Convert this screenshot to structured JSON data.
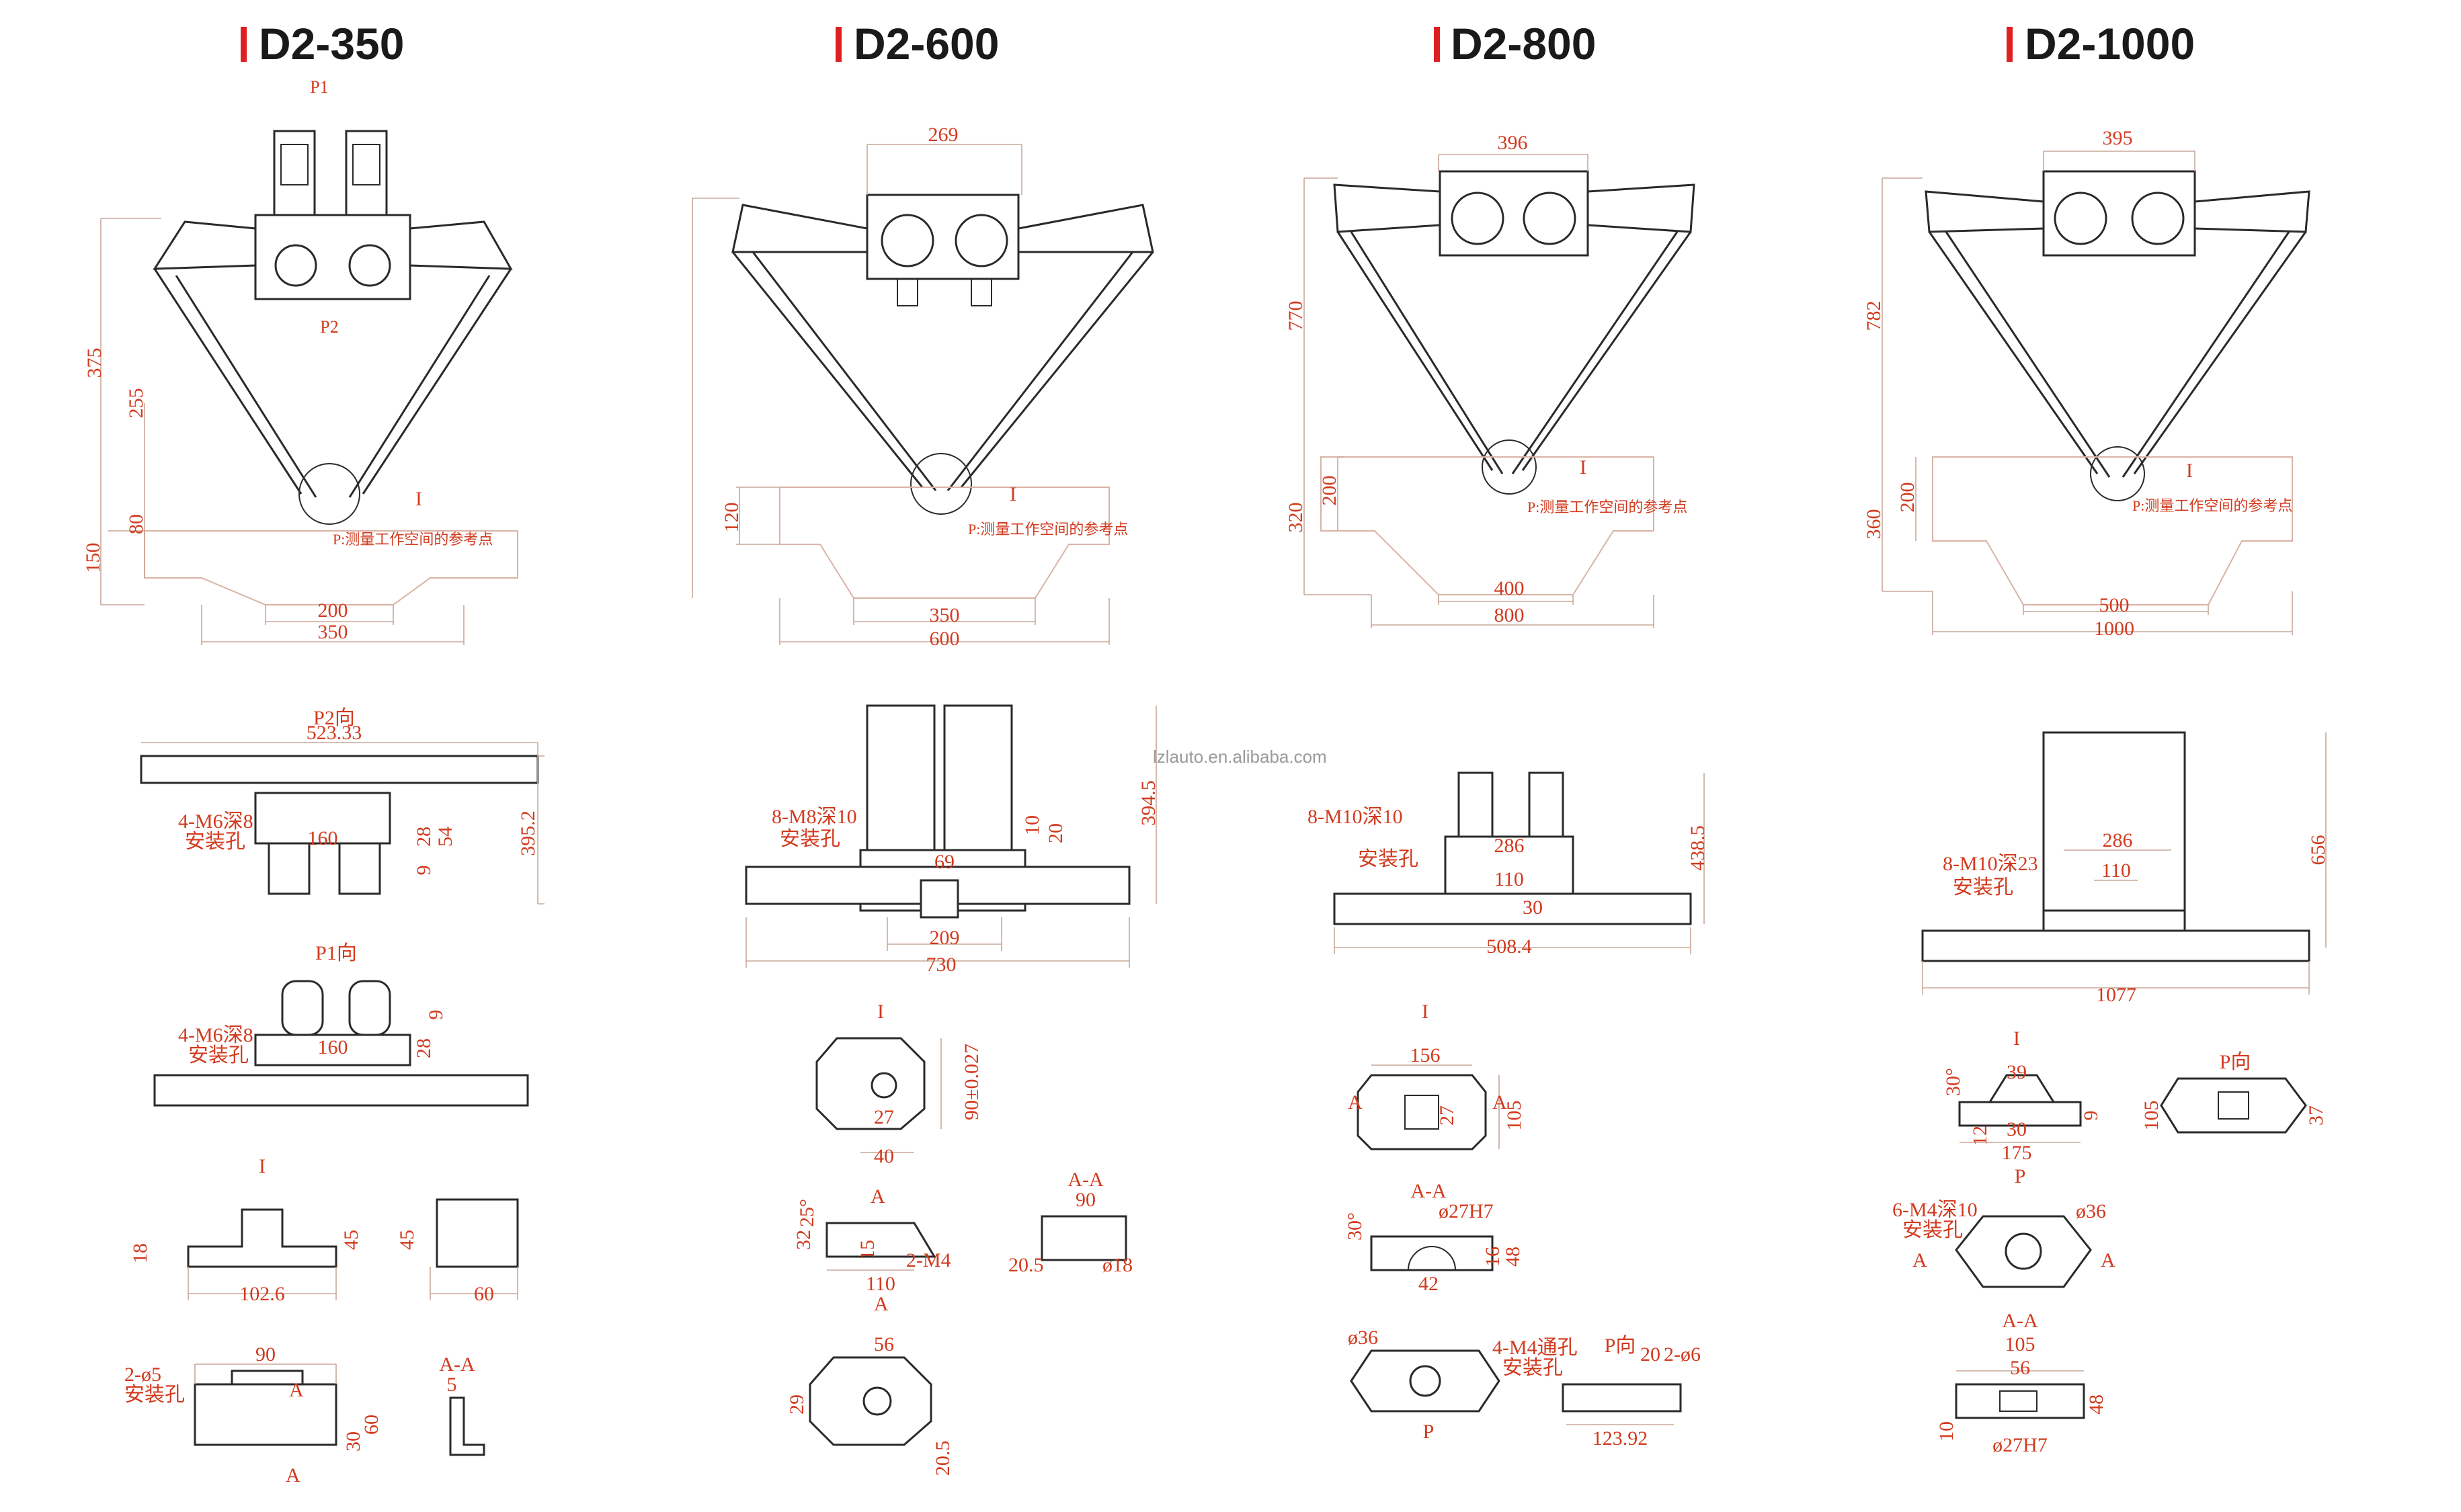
{
  "watermark": "lzlauto.en.alibaba.com",
  "models": [
    {
      "title": "D2-350",
      "front": {
        "p1": "P1",
        "p2": "P2",
        "width_top": "",
        "h_total": "375",
        "h_arm": "255",
        "h_ws": "80",
        "h_low": "150",
        "w_in": "200",
        "w_out": "350",
        "ref_mark": "I",
        "ref_note": "P:测量工作空间的参考点"
      },
      "views": [
        {
          "title": "P2向",
          "labels": [
            "523.33",
            "4-M6深8",
            "安装孔",
            "160",
            "28",
            "54",
            "9",
            "395.2"
          ]
        },
        {
          "title": "P1向",
          "labels": [
            "4-M6深8",
            "安装孔",
            "160",
            "28",
            "9"
          ]
        }
      ],
      "details": [
        {
          "title": "I",
          "labels": [
            "18",
            "45",
            "102.6",
            "45",
            "60"
          ]
        },
        {
          "title": "A-A",
          "labels": [
            "2-ø5",
            "安装孔",
            "90",
            "A",
            "A",
            "60",
            "30",
            "5"
          ]
        }
      ]
    },
    {
      "title": "D2-600",
      "front": {
        "p1": "",
        "p2": "",
        "width_top": "269",
        "h_total": "",
        "h_arm": "",
        "h_ws": "120",
        "h_low": "",
        "w_in": "350",
        "w_out": "600",
        "ref_mark": "I",
        "ref_note": "P:测量工作空间的参考点"
      },
      "views": [
        {
          "title": "",
          "labels": [
            "8-M8深10",
            "安装孔",
            "69",
            "10",
            "20",
            "394.5",
            "209",
            "730"
          ]
        }
      ],
      "details": [
        {
          "title": "I",
          "labels": [
            "90±0.027",
            "27",
            "40"
          ]
        },
        {
          "title": "A-A",
          "labels": [
            "A",
            "25°",
            "32",
            "15",
            "2-M4",
            "110",
            "A",
            "90",
            "20.5",
            "ø18"
          ]
        },
        {
          "title": "",
          "labels": [
            "56",
            "29",
            "20.5"
          ]
        }
      ]
    },
    {
      "title": "D2-800",
      "front": {
        "p1": "",
        "p2": "",
        "width_top": "396",
        "h_total": "770",
        "h_arm": "",
        "h_ws": "200",
        "h_low": "320",
        "w_in": "400",
        "w_out": "800",
        "ref_mark": "I",
        "ref_note": "P:测量工作空间的参考点"
      },
      "views": [
        {
          "title": "",
          "labels": [
            "8-M10深10",
            "安装孔",
            "286",
            "110",
            "30",
            "438.5",
            "508.4"
          ]
        }
      ],
      "details": [
        {
          "title": "I",
          "labels": [
            "156",
            "A",
            "A",
            "105",
            "27"
          ]
        },
        {
          "title": "A-A",
          "labels": [
            "30°",
            "ø27H7",
            "42",
            "16",
            "48"
          ]
        },
        {
          "title": "P向",
          "labels": [
            "ø36",
            "4-M4通孔",
            "安装孔",
            "P",
            "20",
            "2-ø6",
            "123.92"
          ]
        }
      ]
    },
    {
      "title": "D2-1000",
      "front": {
        "p1": "",
        "p2": "",
        "width_top": "395",
        "h_total": "782",
        "h_arm": "",
        "h_ws": "200",
        "h_low": "360",
        "w_in": "500",
        "w_out": "1000",
        "ref_mark": "I",
        "ref_note": "P:测量工作空间的参考点"
      },
      "views": [
        {
          "title": "",
          "labels": [
            "8-M10深23",
            "安装孔",
            "286",
            "110",
            "656",
            "1077"
          ]
        }
      ],
      "details": [
        {
          "title": "I",
          "labels": [
            "30°",
            "39",
            "12",
            "30",
            "175",
            "9",
            "P"
          ]
        },
        {
          "title": "P向",
          "labels": [
            "105",
            "37"
          ]
        },
        {
          "title": "",
          "labels": [
            "6-M4深10",
            "安装孔",
            "ø36",
            "A",
            "A"
          ]
        },
        {
          "title": "A-A",
          "labels": [
            "105",
            "56",
            "10",
            "48",
            "ø27H7"
          ]
        }
      ]
    }
  ]
}
